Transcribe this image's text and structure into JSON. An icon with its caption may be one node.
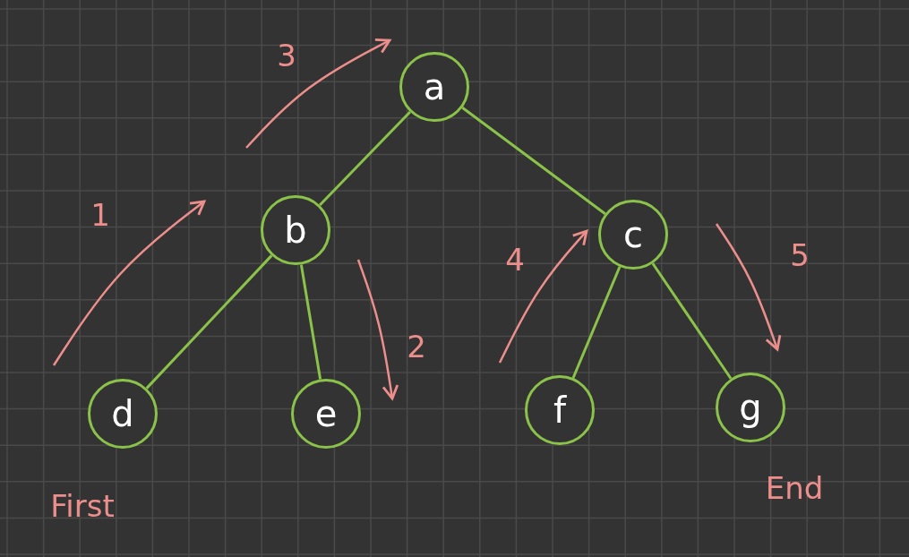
{
  "diagram": {
    "nodes": [
      {
        "text": [
          "a"
        ]
      },
      {
        "text": [
          "b"
        ]
      },
      {
        "text": [
          "c"
        ]
      },
      {
        "text": [
          "d"
        ]
      },
      {
        "text": [
          "e"
        ]
      },
      {
        "text": [
          "f"
        ]
      },
      {
        "text": [
          "g"
        ]
      }
    ],
    "edges": [
      {
        "from": 0,
        "to": 1,
        "arrow": "none"
      },
      {
        "from": 0,
        "to": 2,
        "arrow": "none"
      },
      {
        "from": 1,
        "to": 3,
        "arrow": "none"
      },
      {
        "from": 1,
        "to": 4,
        "arrow": "none"
      },
      {
        "from": 2,
        "to": 5,
        "arrow": "none"
      },
      {
        "from": 2,
        "to": 6,
        "arrow": "none"
      }
    ],
    "labels": [
      "3",
      "1",
      "2",
      "4",
      "5",
      "First",
      "End"
    ]
  }
}
